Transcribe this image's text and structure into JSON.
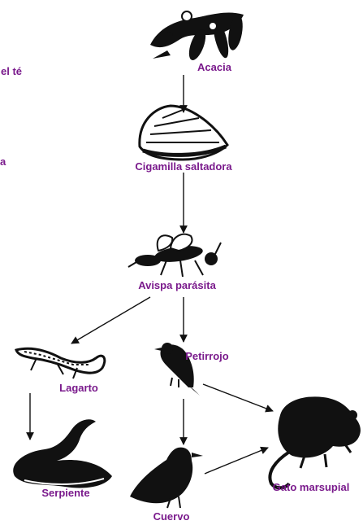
{
  "colors": {
    "label": "#7a1a8c",
    "ink": "#111111",
    "arrow": "#111111"
  },
  "side_text": [
    "el té",
    "a"
  ],
  "organisms": {
    "acacia": "Acacia",
    "leafhopper": "Cigamilla saltadora",
    "wasp": "Avispa parásita",
    "lizard": "Lagarto",
    "robin": "Petirrojo",
    "snake": "Serpiente",
    "crow": "Cuervo",
    "possum": "Gato marsupial"
  }
}
